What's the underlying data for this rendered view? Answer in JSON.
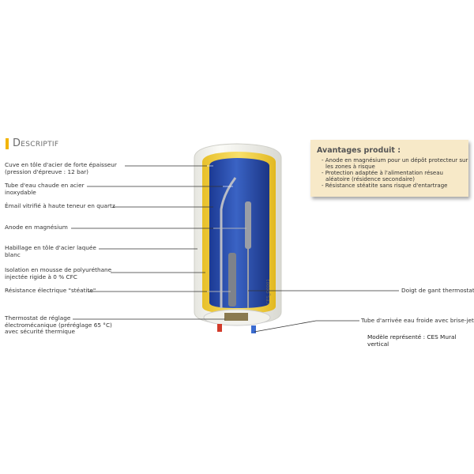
{
  "title": "Descriptif",
  "labels_left": [
    {
      "lines": [
        "Cuve en tôle d'acier de forte épaisseur",
        "(pression d'épreuve : 12 bar)"
      ]
    },
    {
      "lines": [
        "Tube d'eau chaude en acier",
        "inoxydable"
      ]
    },
    {
      "lines": [
        "Émail vitrifié à haute teneur en quartz"
      ]
    },
    {
      "lines": [
        "Anode en magnésium"
      ]
    },
    {
      "lines": [
        "Habillage en tôle d'acier laquée",
        "blanc"
      ]
    },
    {
      "lines": [
        "Isolation en mousse de polyuréthane",
        "injectée rigide à 0 % CFC"
      ]
    },
    {
      "lines": [
        "Résistance électrique \"stéatite\""
      ]
    },
    {
      "lines": [
        "Thermostat de réglage",
        "électromécanique (préréglage 65 °C)",
        "avec sécurité thermique"
      ]
    }
  ],
  "labels_right": {
    "thermostat_well": "Doigt de gant thermostat",
    "cold_inlet": "Tube d'arrivée eau froide avec brise-jet"
  },
  "image_code": "CES_Q0001",
  "model_caption": "Modèle représenté : CES Mural vertical",
  "advantages": {
    "heading": "Avantages produit :",
    "items": [
      "- Anode en magnésium pour un dépôt protecteur sur les zones à risque",
      "- Protection adaptée à l'alimentation réseau aléatoire (résidence secondaire)",
      "- Résistance stéatite sans risque d'entartrage"
    ]
  },
  "colors": {
    "accent": "#f2b400",
    "tank_blue": "#2a4fb0",
    "insulation_yellow": "#f3d13a",
    "box_bg": "#f7e9c8"
  }
}
